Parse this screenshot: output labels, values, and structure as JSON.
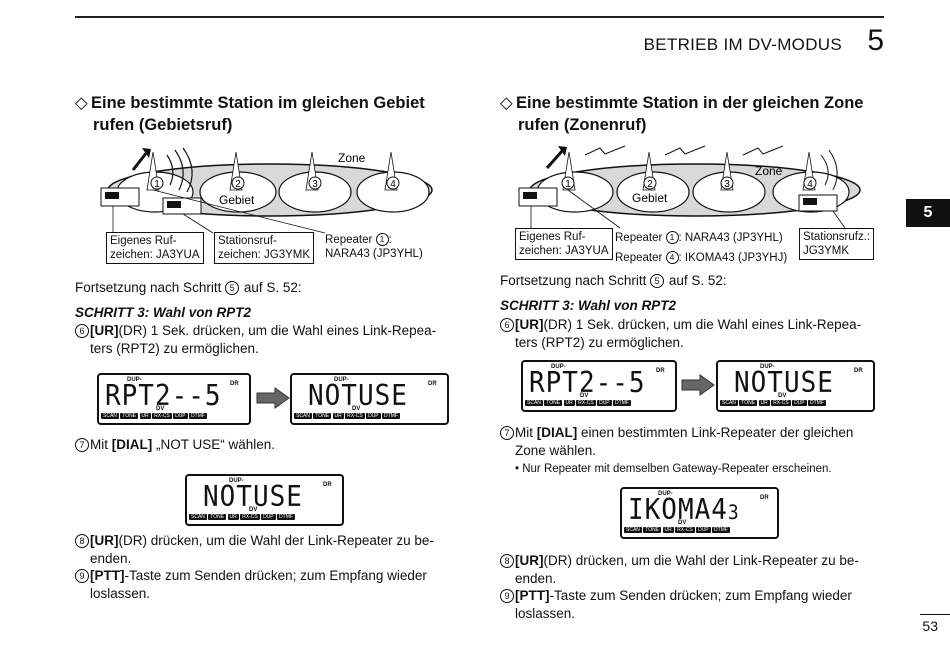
{
  "header": {
    "title": "BETRIEB IM DV-MODUS",
    "chapter": "5"
  },
  "tab_number": "5",
  "page_number": "53",
  "left": {
    "heading_line1": "Eine bestimmte Station im gleichen Gebiet",
    "heading_line2": "rufen (Gebietsruf)",
    "diagram": {
      "zone_label": "Zone",
      "area_label": "Gebiet",
      "nums": [
        "1",
        "2",
        "3",
        "4"
      ],
      "own_call_l1": "Eigenes Ruf-",
      "own_call_l2": "zeichen: JA3YUA",
      "station_call_l1": "Stationsruf-",
      "station_call_l2": "zeichen: JG3YMK",
      "repeater_l1_pre": "Repeater ",
      "repeater_l1_num": "1",
      "repeater_l1_post": ":",
      "repeater_l2": "NARA43 (JP3YHL)"
    },
    "continuation_pre": "Fortsetzung nach Schritt ",
    "continuation_num": "5",
    "continuation_post": " auf S. 52:",
    "step_heading": "SCHRITT 3: Wahl von RPT2",
    "step6_num": "6",
    "step6_bold": "[UR]",
    "step6_l1": "(DR) 1 Sek. drücken, um die Wahl eines Link-Repea-",
    "step6_l2": "ters (RPT2) zu ermöglichen.",
    "step7_num": "7",
    "step7_pre": "Mit ",
    "step7_bold": "[DIAL]",
    "step7_post": " „NOT USE“ wählen.",
    "step8_num": "8",
    "step8_bold": "[UR]",
    "step8_l1": "(DR) drücken, um die Wahl der Link-Repeater zu be-",
    "step8_l2": "enden.",
    "step9_num": "9",
    "step9_bold": "[PTT]",
    "step9_l1": "-Taste zum Senden drücken; zum Empfang wieder",
    "step9_l2": "loslassen."
  },
  "right": {
    "heading_line1": "Eine bestimmte Station in der gleichen Zone",
    "heading_line2": "rufen (Zonenruf)",
    "diagram": {
      "zone_label": "Zone",
      "area_label": "Gebiet",
      "nums": [
        "1",
        "2",
        "3",
        "4"
      ],
      "own_call_l1": "Eigenes Ruf-",
      "own_call_l2": "zeichen: JA3YUA",
      "rep1_pre": "Repeater ",
      "rep1_num": "1",
      "rep1_post": ": NARA43 (JP3YHL)",
      "rep4_pre": "Repeater ",
      "rep4_num": "4",
      "rep4_post": ": IKOMA43 (JP3YHJ)",
      "station_call_l1": "Stationsrufz.:",
      "station_call_l2": "JG3YMK"
    },
    "continuation_pre": "Fortsetzung nach Schritt ",
    "continuation_num": "5",
    "continuation_post": " auf S. 52:",
    "step_heading": "SCHRITT 3: Wahl von RPT2",
    "step6_num": "6",
    "step6_bold": "[UR]",
    "step6_l1": "(DR) 1 Sek. drücken, um die Wahl eines Link-Repea-",
    "step6_l2": "ters (RPT2) zu ermöglichen.",
    "step7_num": "7",
    "step7_pre": "Mit ",
    "step7_bold": "[DIAL]",
    "step7_post": " einen bestimmten Link-Repeater der gleichen",
    "step7_l2": "Zone wählen.",
    "step7_note": "• Nur Repeater mit demselben Gateway-Repeater erscheinen.",
    "step8_num": "8",
    "step8_bold": "[UR]",
    "step8_l1": "(DR) drücken, um die Wahl der Link-Repeater zu be-",
    "step8_l2": "enden.",
    "step9_num": "9",
    "step9_bold": "[PTT]",
    "step9_l1": "-Taste zum Senden drücken; zum Empfang wieder",
    "step9_l2": "loslassen."
  },
  "lcd": {
    "rpt2": "RPT2--5",
    "notuse": "NOTUSE",
    "ikoma": "IKOMA4",
    "ikoma_suffix": "3",
    "dup": "DUP-",
    "dv": "DV",
    "dr": "DR",
    "buttons": [
      "SCAN",
      "TONE",
      "UR",
      "RX-CS",
      "DUP",
      "DTMF"
    ]
  }
}
